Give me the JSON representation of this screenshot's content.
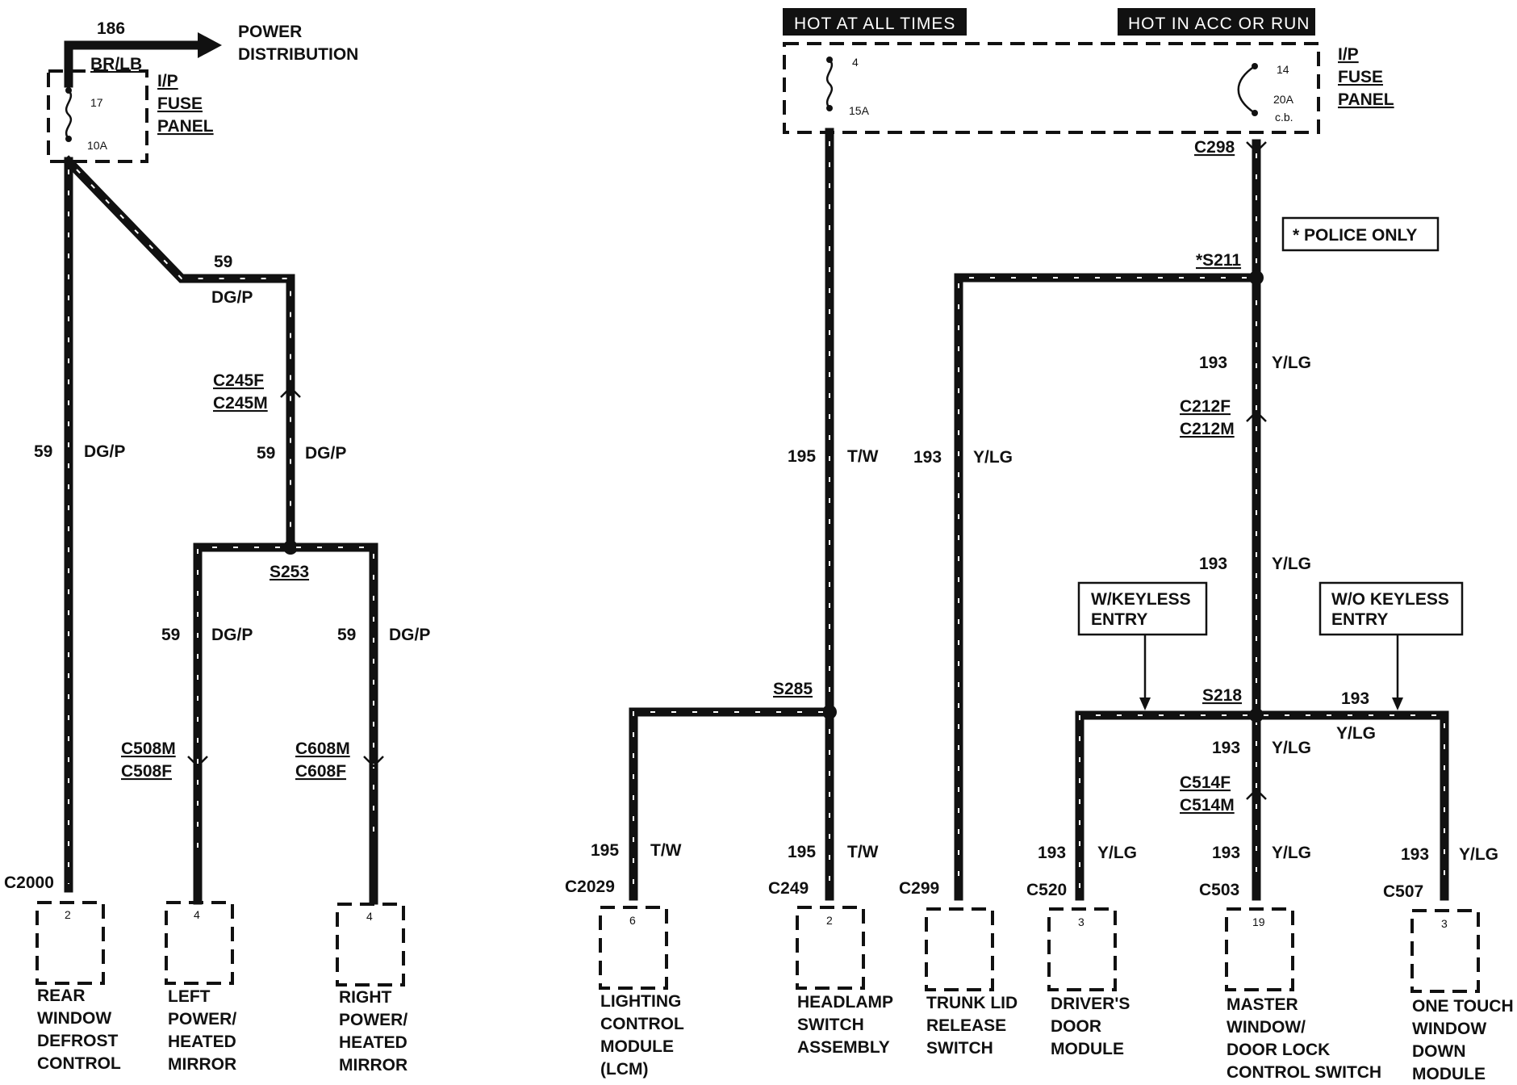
{
  "header": {
    "hot_all_times": "HOT AT ALL TIMES",
    "hot_acc_run": "HOT IN ACC OR RUN",
    "police_only": "* POLICE ONLY"
  },
  "left": {
    "wire_186": "186",
    "power_distribution_1": "POWER",
    "power_distribution_2": "DISTRIBUTION",
    "color_br_lb": "BR/LB",
    "fuse_panel": [
      "I/P",
      "FUSE",
      "PANEL"
    ],
    "fuse_number": "17",
    "fuse_rating": "10A",
    "circuit": "59",
    "color": "DG/P",
    "c245f": "C245F",
    "c245m": "C245M",
    "splice": "S253",
    "c508m": "C508M",
    "c508f": "C508F",
    "c608m": "C608M",
    "c608f": "C608F",
    "c2000": "C2000",
    "pins": [
      "2",
      "4",
      "4"
    ],
    "components": [
      [
        "REAR",
        "WINDOW",
        "DEFROST",
        "CONTROL"
      ],
      [
        "LEFT",
        "POWER/",
        "HEATED",
        "MIRROR"
      ],
      [
        "RIGHT",
        "POWER/",
        "HEATED",
        "MIRROR"
      ]
    ]
  },
  "right": {
    "fuse_panel": [
      "I/P",
      "FUSE",
      "PANEL"
    ],
    "fuse4_number": "4",
    "fuse4_rating": "15A",
    "cb_number": "14",
    "cb_rating": "20A",
    "cb_type": "c.b.",
    "c298": "C298",
    "s211": "*S211",
    "s285": "S285",
    "s218": "S218",
    "c212f": "C212F",
    "c212m": "C212M",
    "c514f": "C514F",
    "c514m": "C514M",
    "w_keyless": [
      "W/KEYLESS",
      "ENTRY"
    ],
    "wo_keyless": [
      "W/O KEYLESS",
      "ENTRY"
    ],
    "circuit_195": "195",
    "color_tw": "T/W",
    "circuit_193": "193",
    "color_ylg": "Y/LG",
    "connectors": [
      "C2029",
      "C249",
      "C299",
      "C520",
      "C503",
      "C507"
    ],
    "pins": [
      "6",
      "2",
      "",
      "3",
      "19",
      "3"
    ],
    "components": [
      [
        "LIGHTING",
        "CONTROL",
        "MODULE",
        "(LCM)"
      ],
      [
        "HEADLAMP",
        "SWITCH",
        "ASSEMBLY"
      ],
      [
        "TRUNK LID",
        "RELEASE",
        "SWITCH"
      ],
      [
        "DRIVER'S",
        "DOOR",
        "MODULE"
      ],
      [
        "MASTER",
        "WINDOW/",
        "DOOR LOCK",
        "CONTROL SWITCH"
      ],
      [
        "ONE TOUCH",
        "WINDOW",
        "DOWN",
        "MODULE"
      ]
    ]
  }
}
